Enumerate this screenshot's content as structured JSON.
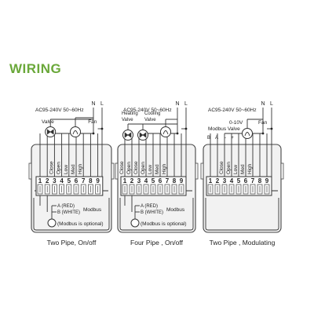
{
  "title": "WIRING",
  "accent_color": "#6aa83a",
  "panel_color": "#f2f2f2",
  "panels": [
    {
      "supply": "AC95-240V  50~60Hz",
      "N": "N",
      "L": "L",
      "valve_label": "Valve",
      "fan_label": "Fan",
      "terminals": [
        "Close",
        "Open",
        "Low",
        "Med",
        "High"
      ],
      "numbers": [
        "1",
        "2",
        "3",
        "4",
        "5",
        "6",
        "7",
        "8",
        "9"
      ],
      "modbus_a": "A (RED)",
      "modbus_b": "B (WHITE)",
      "modbus": "Modbus",
      "optional": "(Modbus is optional)",
      "caption": "Two Pipe, On/off"
    },
    {
      "supply": "AC95-240V  50~60Hz",
      "N": "N",
      "L": "L",
      "heating": "Heating",
      "heating_valve": "Valve",
      "cooling": "Cooling",
      "cooling_valve": "Valve",
      "terminals": [
        "Close",
        "Open",
        "Close",
        "Open",
        "Low",
        "Med",
        "High"
      ],
      "numbers": [
        "1",
        "2",
        "3",
        "4",
        "5",
        "6",
        "7",
        "8",
        "9"
      ],
      "modbus_a": "A (RED)",
      "modbus_b": "B (WHITE)",
      "modbus": "Modbus",
      "optional": "(Modbus is optional)",
      "caption": "Four Pipe , On/off"
    },
    {
      "supply": "AC95-240V  50~60Hz",
      "N": "N",
      "L": "L",
      "range": "0-10V",
      "modbus_valve": "Modbus Valve",
      "b": "B",
      "a": "A",
      "minus": "-",
      "plus": "+",
      "fan_label": "Fan",
      "terminals": [
        "Close",
        "Open",
        "Low",
        "Med",
        "High"
      ],
      "numbers": [
        "1",
        "2",
        "3",
        "4",
        "5",
        "6",
        "7",
        "8",
        "9"
      ],
      "caption": "Two Pipe , Modulating"
    }
  ]
}
